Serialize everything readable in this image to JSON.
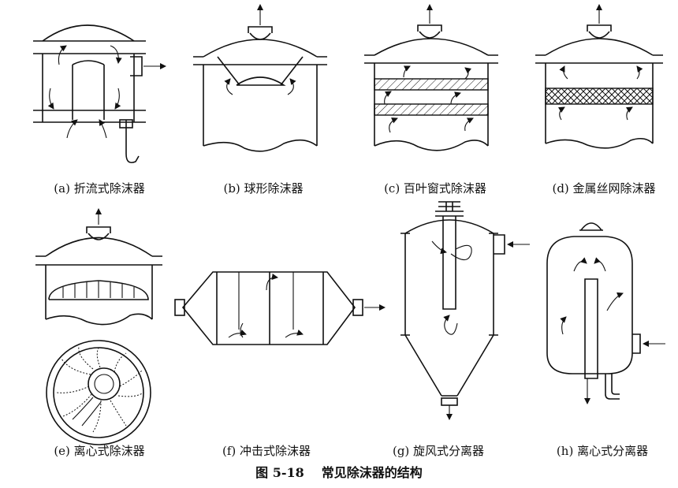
{
  "figure": {
    "number": "图 5-18",
    "title": "常见除沫器的结构"
  },
  "panels": [
    {
      "id": "a",
      "caption": "(a) 折流式除沫器"
    },
    {
      "id": "b",
      "caption": "(b) 球形除沫器"
    },
    {
      "id": "c",
      "caption": "(c) 百叶窗式除沫器"
    },
    {
      "id": "d",
      "caption": "(d) 金属丝网除沫器"
    },
    {
      "id": "e",
      "caption": "(e) 离心式除沫器"
    },
    {
      "id": "f",
      "caption": "(f) 冲击式除沫器"
    },
    {
      "id": "g",
      "caption": "(g) 旋风式分离器"
    },
    {
      "id": "h",
      "caption": "(h) 离心式分离器"
    }
  ]
}
